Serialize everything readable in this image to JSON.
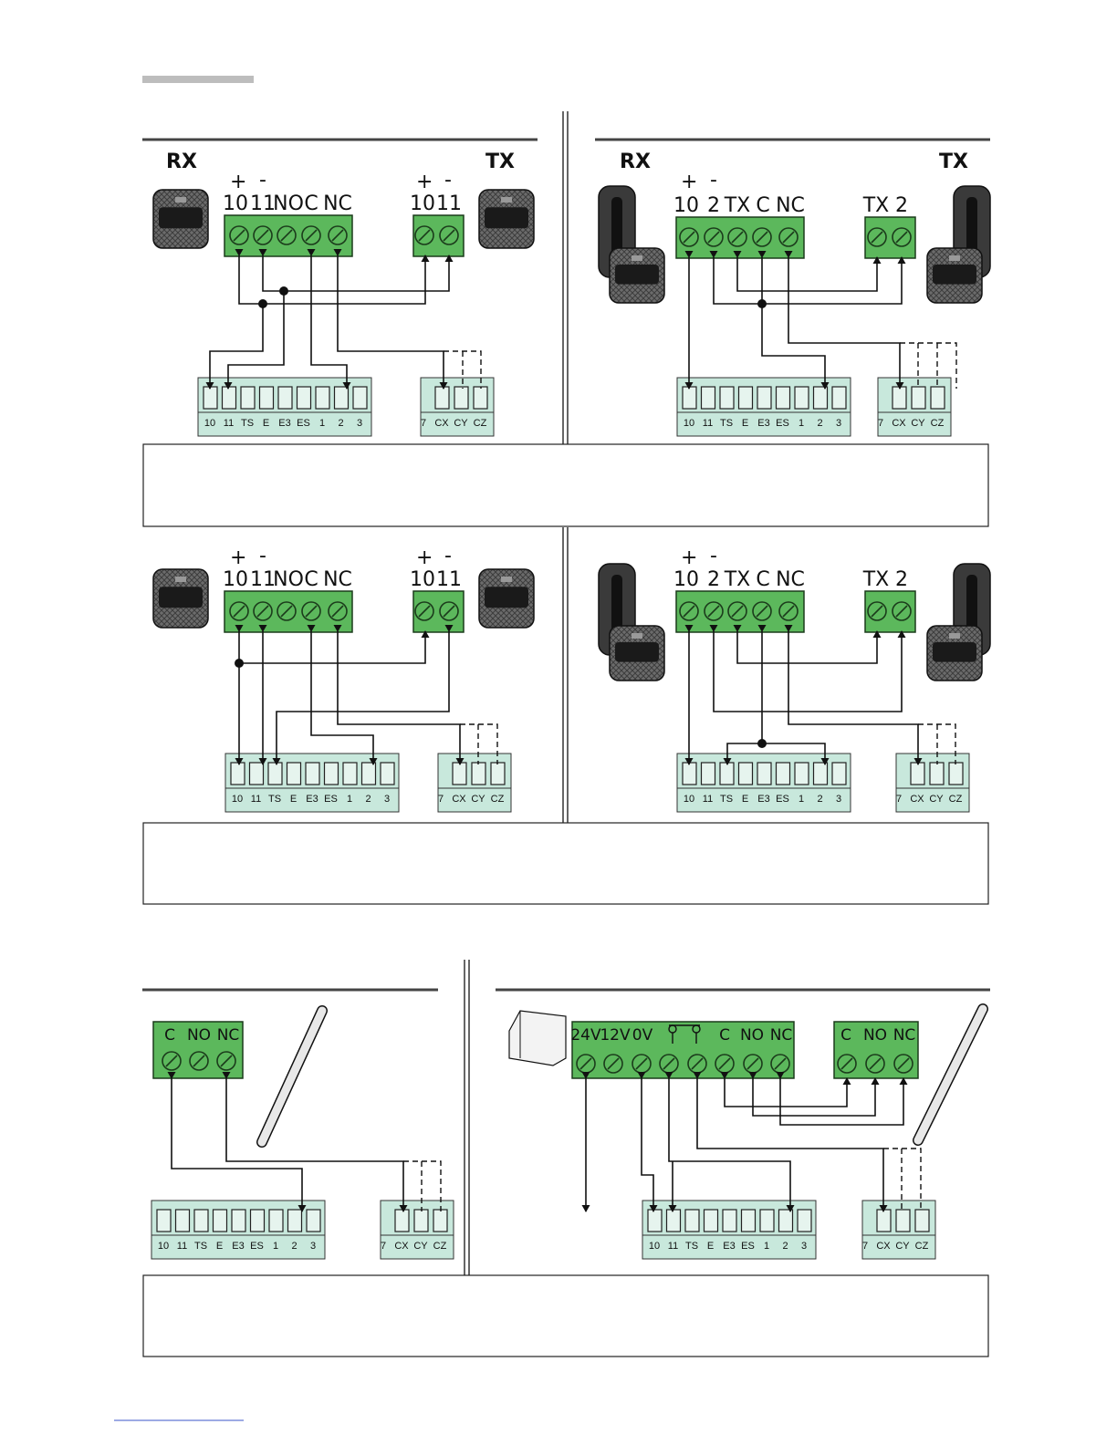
{
  "photocell": {
    "rx": "RX",
    "tx": "TX",
    "plus": "+",
    "minus": "-",
    "nc_rx_terms": [
      "10",
      "11",
      "NO",
      "C",
      "NC"
    ],
    "nc_tx_terms": [
      "10",
      "11"
    ],
    "dir_rx_terms": [
      "10",
      "2",
      "TX",
      "C",
      "NC"
    ],
    "dir_tx_terms": [
      "TX",
      "2"
    ]
  },
  "board": {
    "main_terms": [
      "10",
      "11",
      "TS",
      "E",
      "E3",
      "ES",
      "1",
      "2",
      "3"
    ],
    "aux_terms": [
      "7",
      "CX",
      "CY",
      "CZ"
    ]
  },
  "sensitive_edge": {
    "edge_terms": [
      "C",
      "NO",
      "NC"
    ],
    "control_terms": [
      "24V",
      "12V",
      "0V",
      "",
      "",
      "C",
      "NO",
      "NC"
    ]
  }
}
